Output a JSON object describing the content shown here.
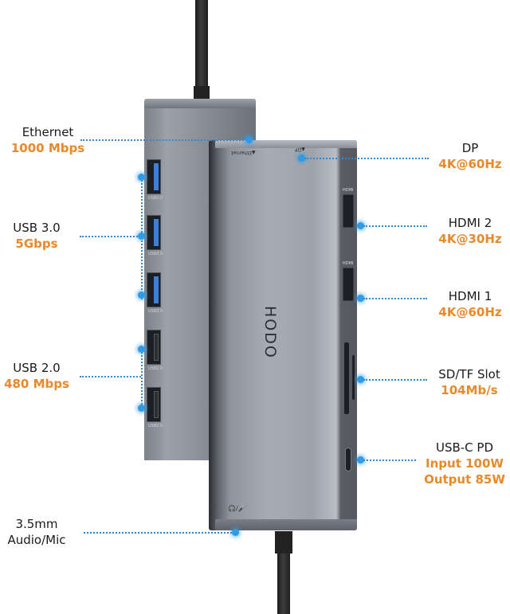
{
  "product": {
    "brand": "HODO",
    "top_port_labels": {
      "ethernet": "▲Ethernet",
      "dp": "▲DP"
    },
    "bottom_port_label": "🎧/🎤",
    "port_captions": {
      "usb3": "USB3.0",
      "usb2": "USB2.0",
      "hdmi": "HDMI"
    }
  },
  "callouts": {
    "left": [
      {
        "id": "ethernet",
        "title": "Ethernet",
        "spec": "1000 Mbps"
      },
      {
        "id": "usb3",
        "title": "USB 3.0",
        "spec": "5Gbps"
      },
      {
        "id": "usb2",
        "title": "USB 2.0",
        "spec": "480 Mbps"
      },
      {
        "id": "audio",
        "title": "3.5mm",
        "spec": "Audio/Mic"
      }
    ],
    "right": [
      {
        "id": "dp",
        "title": "DP",
        "spec": "4K@60Hz"
      },
      {
        "id": "hdmi2",
        "title": "HDMI 2",
        "spec": "4K@30Hz"
      },
      {
        "id": "hdmi1",
        "title": "HDMI 1",
        "spec": "4K@60Hz"
      },
      {
        "id": "sd",
        "title": "SD/TF Slot",
        "spec": "104Mb/s"
      },
      {
        "id": "usbc",
        "title": "USB-C PD",
        "spec": "Input 100W",
        "spec2": "Output 85W"
      }
    ]
  },
  "colors": {
    "spec_orange": "#e8892a",
    "dot_blue": "#2f9be6",
    "line_blue": "#3a86c8"
  }
}
